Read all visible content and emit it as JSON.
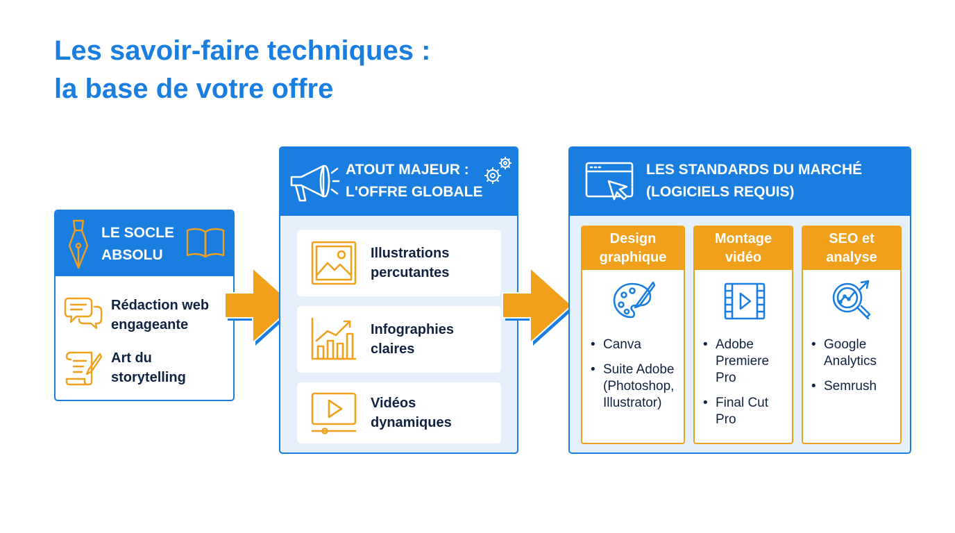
{
  "title": {
    "line1": "Les savoir-faire techniques :",
    "line2": "la base de votre offre"
  },
  "socle": {
    "heading_line1": "LE SOCLE",
    "heading_line2": "ABSOLU",
    "items": [
      {
        "line1": "Rédaction web",
        "line2": "engageante",
        "icon": "speech-bubbles-icon"
      },
      {
        "line1": "Art du",
        "line2": "storytelling",
        "icon": "scroll-quill-icon"
      }
    ]
  },
  "atout": {
    "heading_line1": "ATOUT MAJEUR :",
    "heading_line2": "L'OFFRE GLOBALE",
    "items": [
      {
        "line1": "Illustrations",
        "line2": "percutantes",
        "icon": "image-icon"
      },
      {
        "line1": "Infographies",
        "line2": "claires",
        "icon": "bar-chart-icon"
      },
      {
        "line1": "Vidéos",
        "line2": "dynamiques",
        "icon": "video-player-icon"
      }
    ]
  },
  "standards": {
    "heading_line1": "LES STANDARDS DU MARCHÉ",
    "heading_line2": "(LOGICIELS REQUIS)",
    "columns": [
      {
        "heading_line1": "Design",
        "heading_line2": "graphique",
        "icon": "palette-icon",
        "items": [
          "Canva",
          "Suite Adobe (Photoshop, Illustrator)"
        ]
      },
      {
        "heading_line1": "Montage",
        "heading_line2": "vidéo",
        "icon": "film-play-icon",
        "items": [
          "Adobe Premiere Pro",
          "Final Cut Pro"
        ]
      },
      {
        "heading_line1": "SEO et",
        "heading_line2": "analyse",
        "icon": "analytics-magnifier-icon",
        "items": [
          "Google Analytics",
          "Semrush"
        ]
      }
    ]
  },
  "colors": {
    "blue": "#1a7de0",
    "orange": "#f0a01a",
    "panel_bg": "#e6f0fc",
    "text_dark": "#0f2240"
  }
}
